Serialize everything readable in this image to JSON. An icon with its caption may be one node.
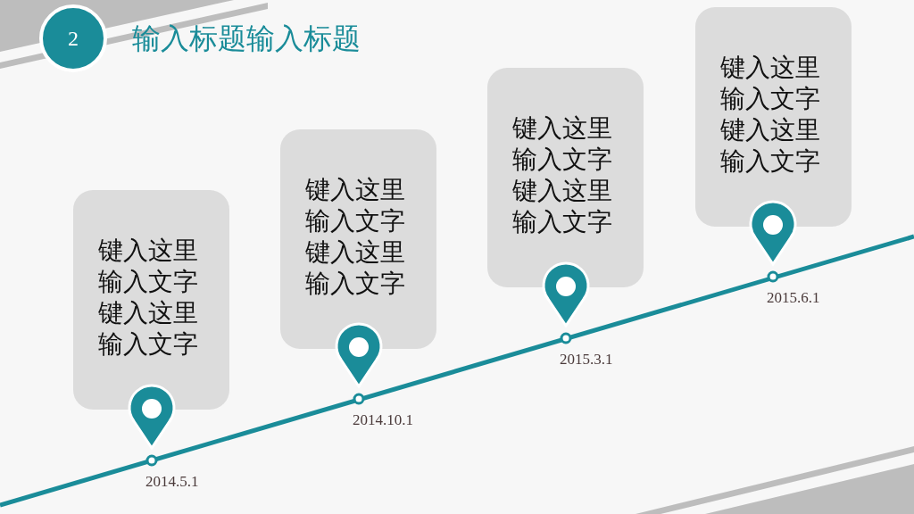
{
  "diagram": {
    "title": "输入标题输入标题",
    "nodes": [
      {
        "text": [
          "2"
        ]
      },
      {
        "text": [
          "键入这里输入文字键入这里输入文字"
        ]
      },
      {
        "text": [
          "键入这里输入文字键入这里输入文字"
        ]
      },
      {
        "text": [
          "键入这里输入文字键入这里输入文字"
        ]
      },
      {
        "text": [
          "键入这里输入文字键入这里输入文字"
        ]
      }
    ],
    "labels": [
      "2014.5.1",
      "2014.10.1",
      "2015.3.1",
      "2015.6.1"
    ]
  }
}
